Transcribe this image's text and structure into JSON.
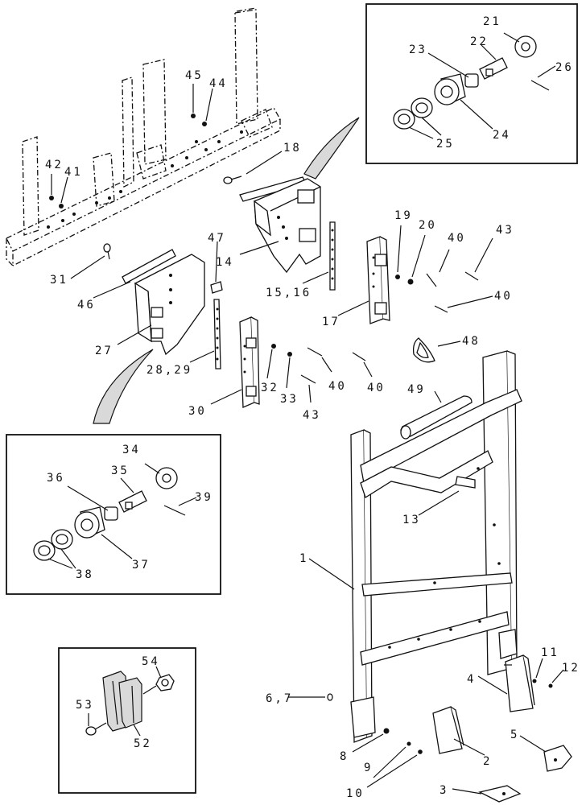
{
  "callouts": {
    "c1": "1",
    "c2": "2",
    "c3": "3",
    "c4": "4",
    "c5": "5",
    "c67": "6,7",
    "c8": "8",
    "c9": "9",
    "c10": "10",
    "c11": "11",
    "c12": "12",
    "c13": "13",
    "c14": "14",
    "c1516": "15,16",
    "c17": "17",
    "c18": "18",
    "c19": "19",
    "c20": "20",
    "c21": "21",
    "c22": "22",
    "c23": "23",
    "c24": "24",
    "c25": "25",
    "c26": "26",
    "c27": "27",
    "c2829": "28,29",
    "c30": "30",
    "c31": "31",
    "c32": "32",
    "c33": "33",
    "c34": "34",
    "c35": "35",
    "c36": "36",
    "c37": "37",
    "c38": "38",
    "c39": "39",
    "c40a": "40",
    "c40b": "40",
    "c40c": "40",
    "c40d": "40",
    "c41": "41",
    "c42": "42",
    "c43a": "43",
    "c43b": "43",
    "c44": "44",
    "c45": "45",
    "c46": "46",
    "c47": "47",
    "c48": "48",
    "c49": "49",
    "c52": "52",
    "c53": "53",
    "c54": "54"
  }
}
